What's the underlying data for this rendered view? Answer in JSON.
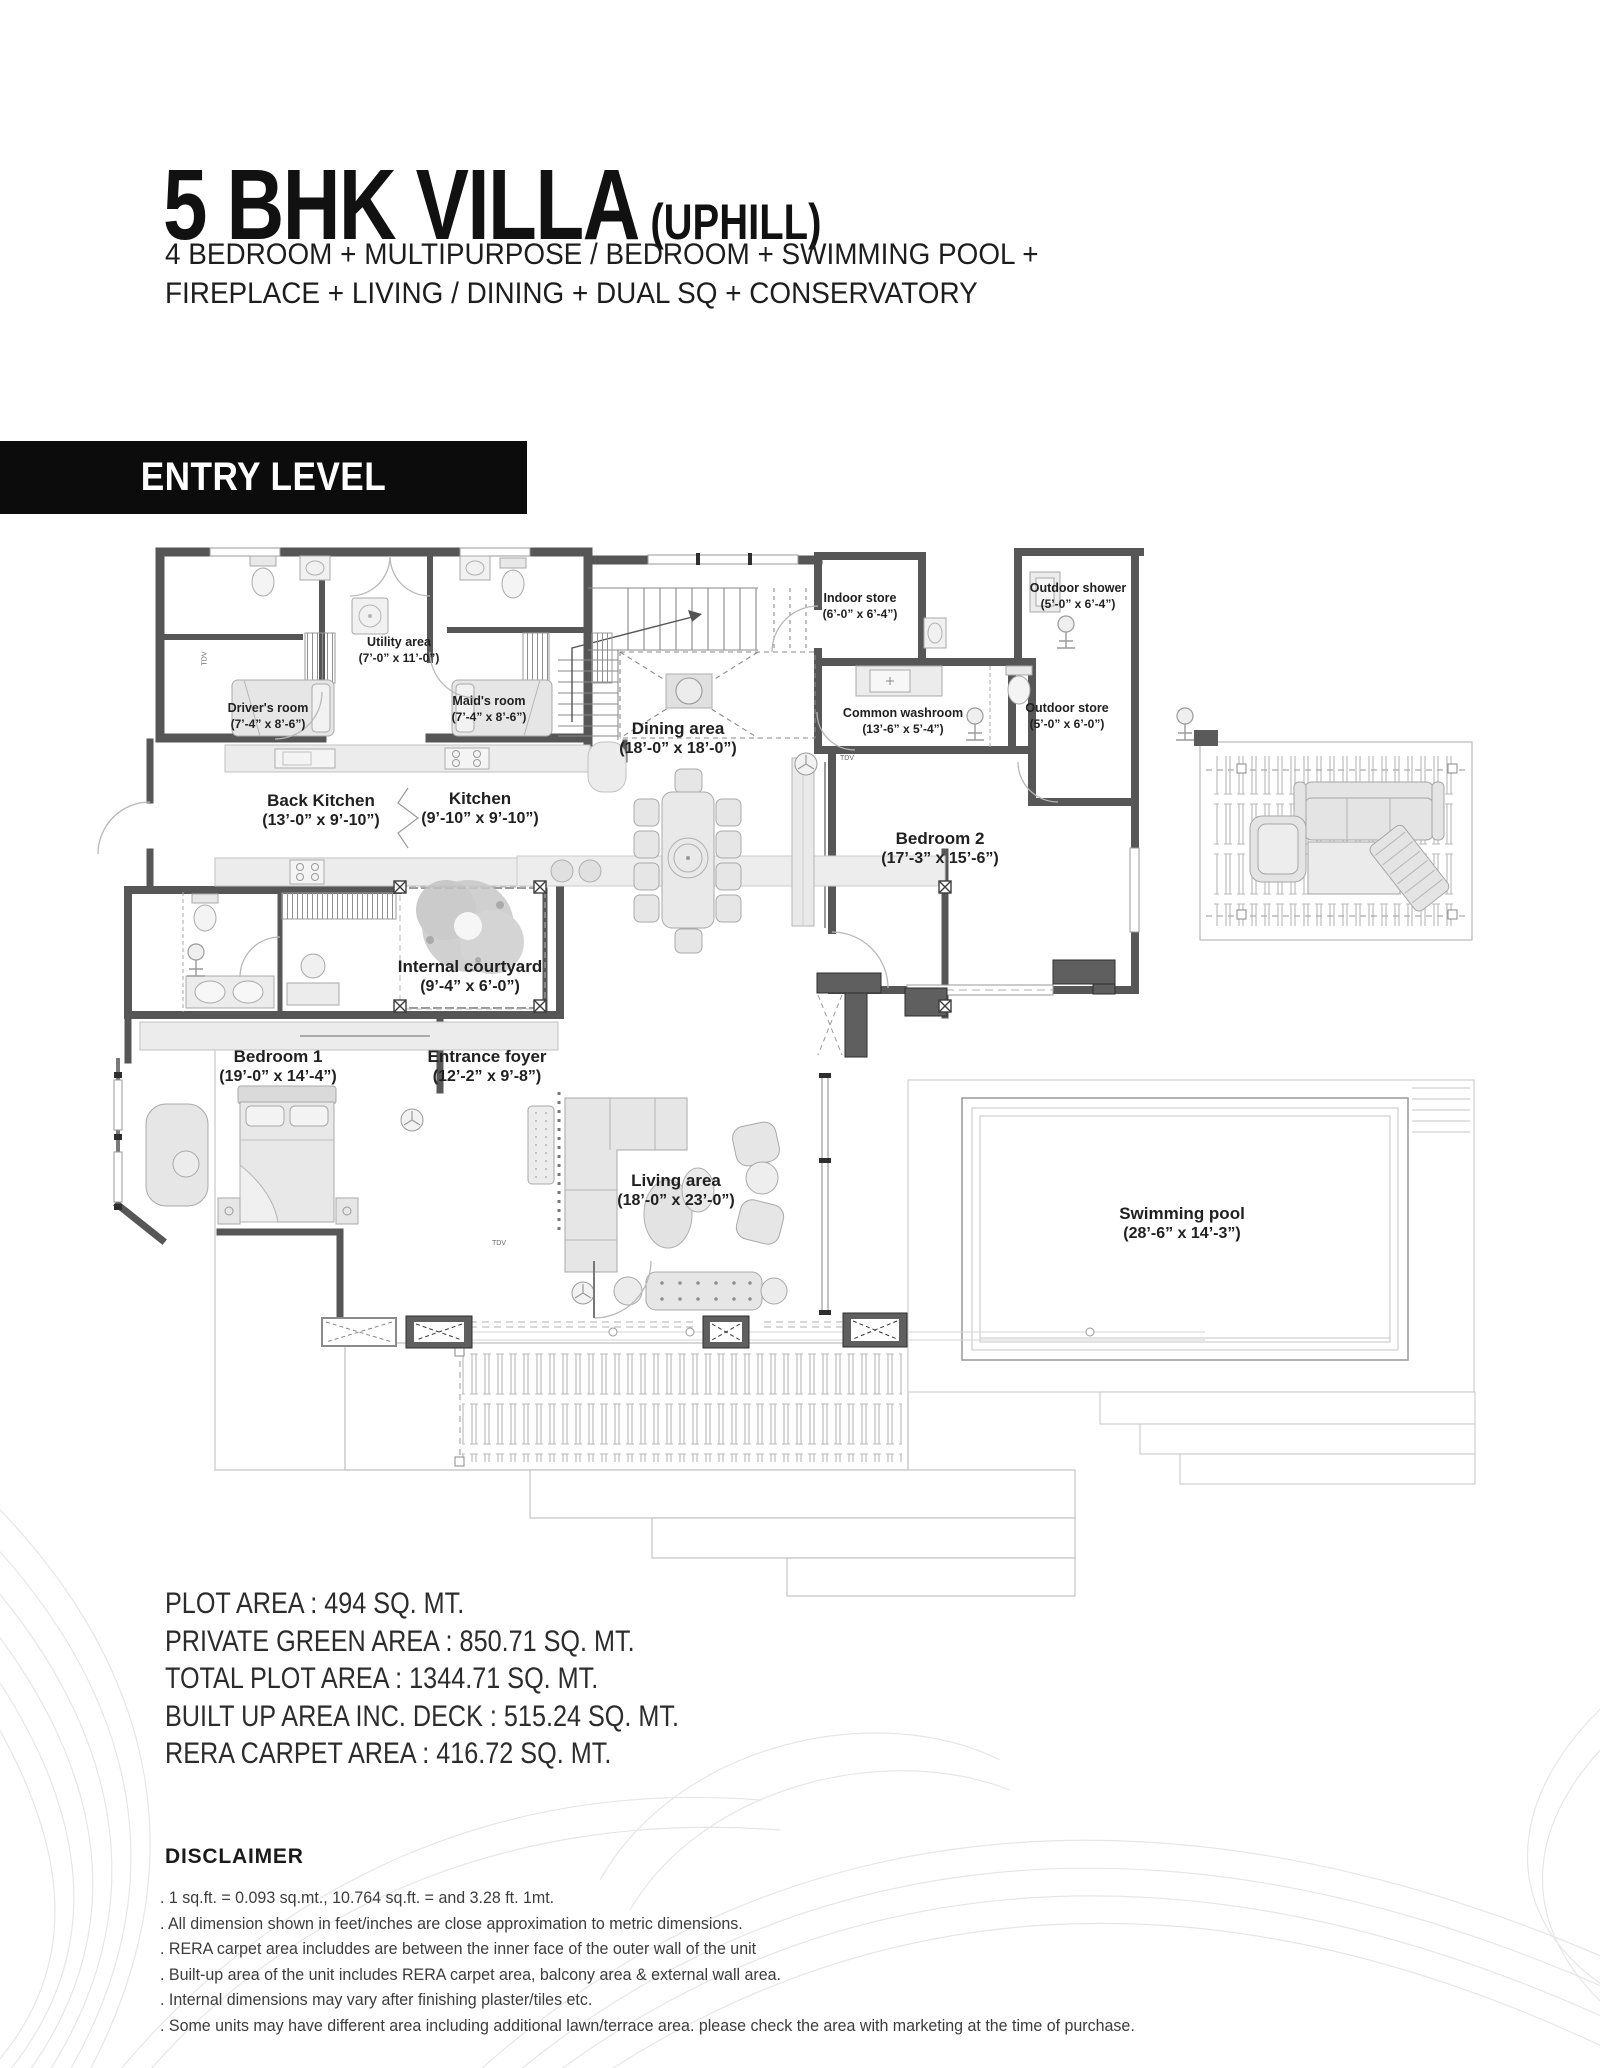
{
  "header": {
    "title": "5 BHK VILLA",
    "title_suffix": "(UPHILL)",
    "subtitle_line1": "4 BEDROOM + MULTIPURPOSE / BEDROOM + SWIMMING POOL +",
    "subtitle_line2": "FIREPLACE + LIVING / DINING + DUAL SQ + CONSERVATORY",
    "level_banner": "ENTRY LEVEL"
  },
  "colors": {
    "banner_bg": "#0c0c0c",
    "wall_gray": "#565656",
    "furniture_gray": "#e6e6e6"
  },
  "floor_plan": {
    "door_tag": "TDV",
    "rooms": [
      {
        "name": "Driver's room",
        "dims": "(7’-4” x 8’-6”)"
      },
      {
        "name": "Utility area",
        "dims": "(7’-0” x 11’-0”)"
      },
      {
        "name": "Maid's room",
        "dims": "(7’-4” x 8’-6”)"
      },
      {
        "name": "Back Kitchen",
        "dims": "(13’-0” x 9’-10”)"
      },
      {
        "name": "Kitchen",
        "dims": "(9’-10” x 9’-10”)"
      },
      {
        "name": "Dining area",
        "dims": "(18’-0” x 18’-0”)"
      },
      {
        "name": "Indoor store",
        "dims": "(6’-0” x 6’-4”)"
      },
      {
        "name": "Outdoor shower",
        "dims": "(5’-0” x 6’-4”)"
      },
      {
        "name": "Common washroom",
        "dims": "(13’-6” x 5’-4”)"
      },
      {
        "name": "Outdoor store",
        "dims": "(5’-0” x 6’-0”)"
      },
      {
        "name": "Bedroom 2",
        "dims": "(17’-3” x 15’-6”)"
      },
      {
        "name": "Internal courtyard",
        "dims": "(9’-4” x 6’-0”)"
      },
      {
        "name": "Bedroom 1",
        "dims": "(19’-0” x 14’-4”)"
      },
      {
        "name": "Entrance foyer",
        "dims": "(12’-2” x 9’-8”)"
      },
      {
        "name": "Living area",
        "dims": "(18’-0” x 23’-0”)"
      },
      {
        "name": "Swimming pool",
        "dims": "(28’-6” x 14’-3”)"
      }
    ]
  },
  "area_lines": [
    "PLOT AREA : 494 SQ. MT.",
    "PRIVATE GREEN AREA : 850.71 SQ. MT.",
    "TOTAL PLOT AREA : 1344.71 SQ. MT.",
    "BUILT UP AREA INC. DECK : 515.24 SQ. MT.",
    "RERA CARPET AREA : 416.72 SQ. MT."
  ],
  "disclaimer": {
    "heading": "DISCLAIMER",
    "lines": [
      ". 1 sq.ft. = 0.093 sq.mt., 10.764 sq.ft. = and 3.28 ft. 1mt.",
      ". All dimension shown in feet/inches are close approximation to metric dimensions.",
      ". RERA carpet area includdes are between the inner face of the outer wall of the unit",
      ". Built-up area of the unit includes RERA carpet area, balcony area & external wall area.",
      ". Internal dimensions may vary after finishing plaster/tiles etc.",
      ". Some units may have different area including additional lawn/terrace area. please check the area with marketing at the time of purchase."
    ]
  }
}
